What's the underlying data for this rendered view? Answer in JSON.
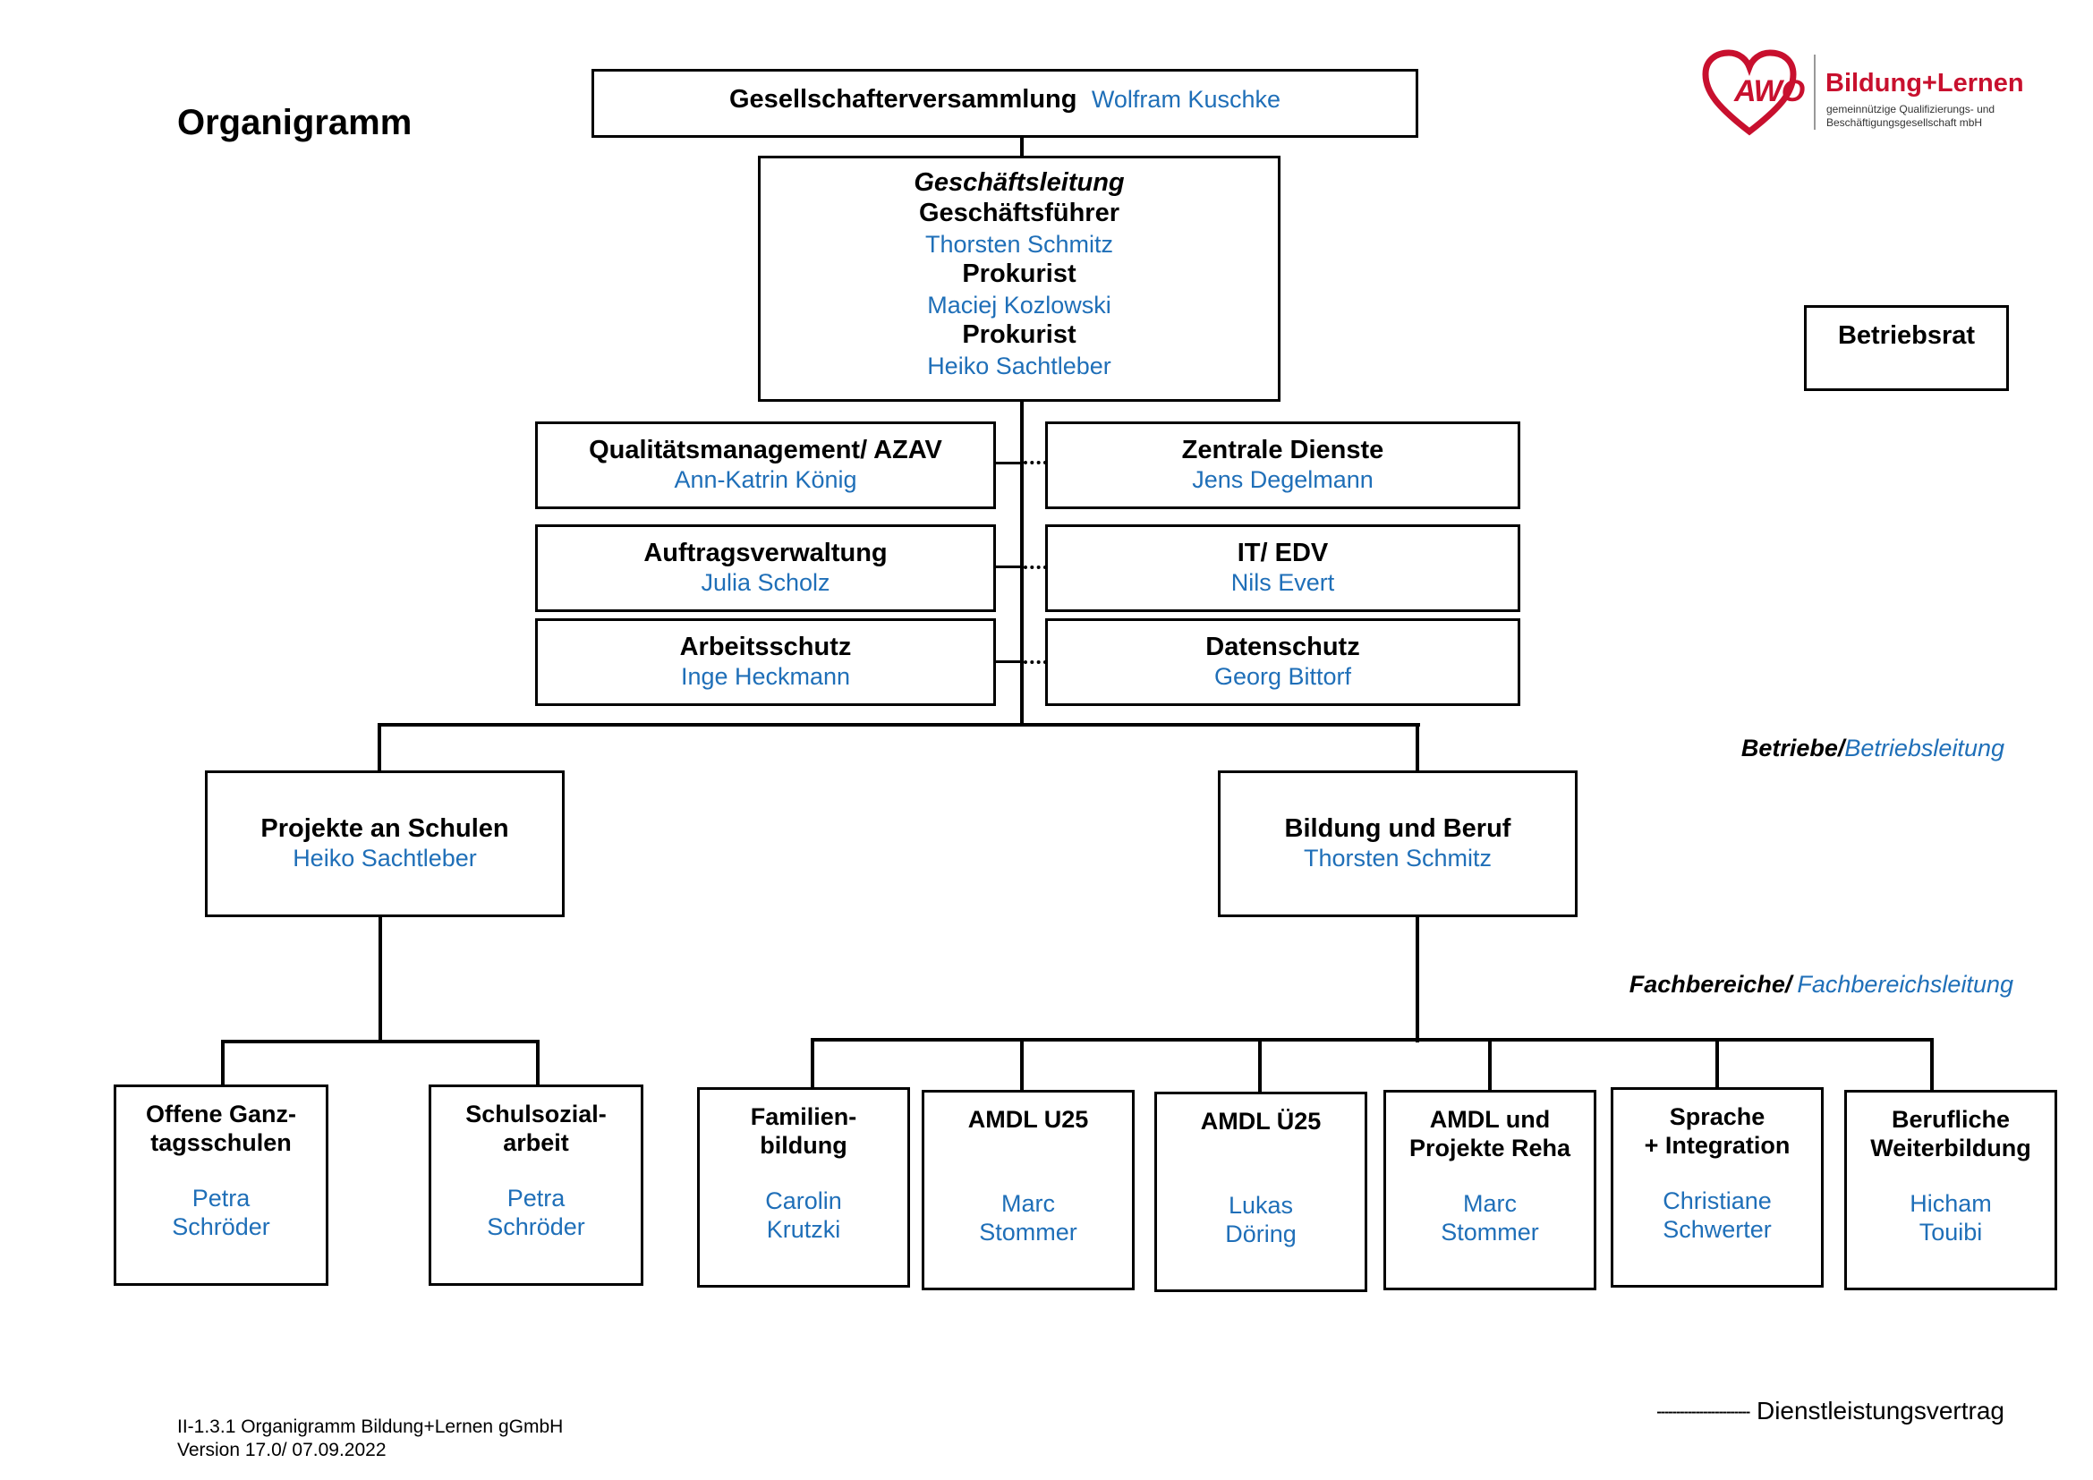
{
  "title": "Organigramm",
  "logo": {
    "mark": "AWO",
    "name": "Bildung+Lernen",
    "sub1": "gemeinnützige Qualifizierungs- und",
    "sub2": "Beschäftigungsgesellschaft mbH",
    "color": "#c8102e"
  },
  "colors": {
    "name_blue": "#1f6fb8"
  },
  "gesellschafter": {
    "label": "Gesellschafterversammlung",
    "name": "Wolfram Kuschke"
  },
  "geschaeftsleitung": {
    "heading": "Geschäftsleitung",
    "role1": "Geschäftsführer",
    "name1": "Thorsten Schmitz",
    "role2": "Prokurist",
    "name2": "Maciej Kozlowski",
    "role3": "Prokurist",
    "name3": "Heiko Sachtleber"
  },
  "betriebsrat": "Betriebsrat",
  "staff": [
    {
      "label": "Qualitätsmanagement/ AZAV",
      "name": "Ann-Katrin König"
    },
    {
      "label": "Zentrale Dienste",
      "name": "Jens Degelmann"
    },
    {
      "label": "Auftragsverwaltung",
      "name": "Julia Scholz"
    },
    {
      "label": "IT/ EDV",
      "name": "Nils Evert"
    },
    {
      "label": "Arbeitsschutz",
      "name": "Inge Heckmann"
    },
    {
      "label": "Datenschutz",
      "name": "Georg Bittorf"
    }
  ],
  "betriebe_legend": {
    "bold": "Betriebe/",
    "blue": "Betriebsleitung"
  },
  "betriebe": [
    {
      "label": "Projekte an Schulen",
      "name": "Heiko Sachtleber"
    },
    {
      "label": "Bildung und Beruf",
      "name": "Thorsten Schmitz"
    }
  ],
  "fachbereiche_legend": {
    "bold": "Fachbereiche/",
    "blue": "Fachbereichsleitung"
  },
  "fachbereiche": [
    {
      "l1": "Offene Ganz-",
      "l2": "tagsschulen",
      "n1": "Petra",
      "n2": "Schröder"
    },
    {
      "l1": "Schulsozial-",
      "l2": "arbeit",
      "n1": "Petra",
      "n2": "Schröder"
    },
    {
      "l1": "Familien-",
      "l2": "bildung",
      "n1": "Carolin",
      "n2": "Krutzki"
    },
    {
      "l1": "AMDL U25",
      "l2": "",
      "n1": "Marc",
      "n2": "Stommer"
    },
    {
      "l1": "AMDL Ü25",
      "l2": "",
      "n1": "Lukas",
      "n2": "Döring"
    },
    {
      "l1": "AMDL und",
      "l2": "Projekte Reha",
      "n1": "Marc",
      "n2": "Stommer"
    },
    {
      "l1": "Sprache",
      "l2": "+ Integration",
      "n1": "Christiane",
      "n2": "Schwerter"
    },
    {
      "l1": "Berufliche",
      "l2": "Weiterbildung",
      "n1": "Hicham",
      "n2": "Touibi"
    }
  ],
  "footer": {
    "line1": "II-1.3.1 Organigramm Bildung+Lernen gGmbH",
    "line2": "Version 17.0/  07.09.2022"
  },
  "legend_contract": {
    "dashes": "------------------------",
    "label": "Dienstleistungsvertrag"
  }
}
